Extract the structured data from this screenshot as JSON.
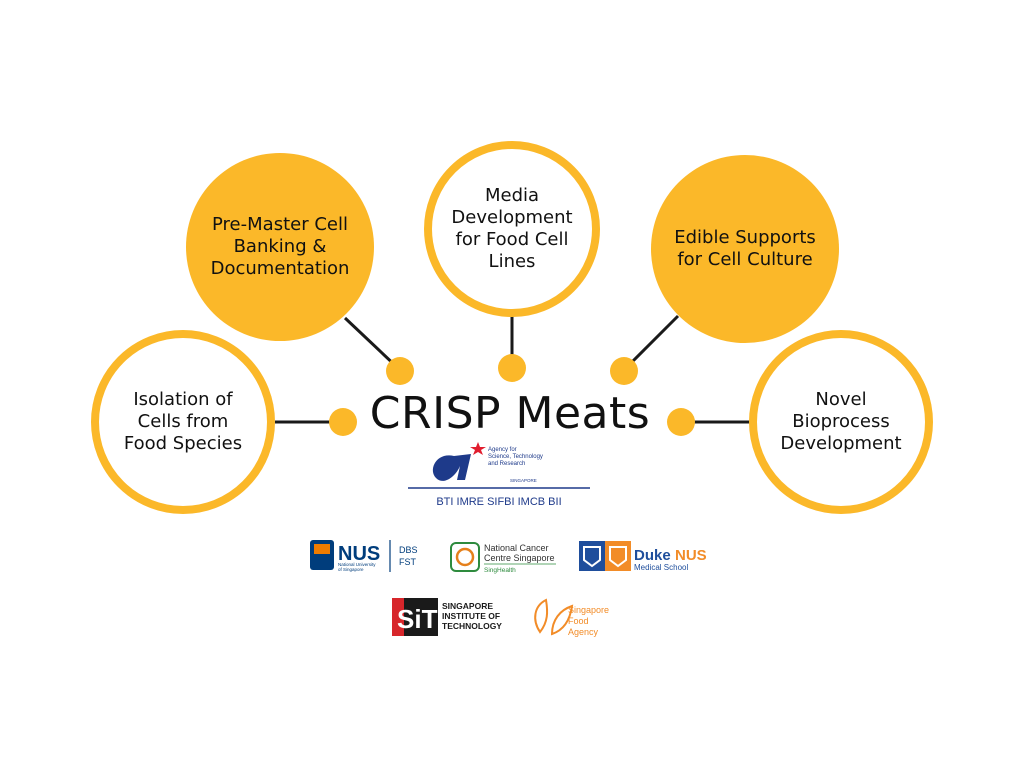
{
  "title": "CRISP Meats",
  "colors": {
    "accent": "#FBB829",
    "line": "#1a1a1a",
    "astar_blue": "#1E3A8A",
    "astar_red": "#E11D2E",
    "duke_blue": "#1F4E9C",
    "duke_orange": "#F28C28",
    "sit_red": "#D7262B",
    "sfa_orange": "#F28C28"
  },
  "nodes": [
    {
      "id": "isolation",
      "label": "Isolation of\nCells from\nFood Species",
      "style": "outline"
    },
    {
      "id": "pre-master",
      "label": "Pre-Master Cell\nBanking &\nDocumentation",
      "style": "filled"
    },
    {
      "id": "media",
      "label": "Media\nDevelopment\nfor Food Cell\nLines",
      "style": "outline"
    },
    {
      "id": "edible",
      "label": "Edible Supports\nfor Cell Culture",
      "style": "filled"
    },
    {
      "id": "bioprocess",
      "label": "Novel\nBioprocess\nDevelopment",
      "style": "outline"
    }
  ],
  "astar": {
    "line1": "Agency for",
    "line2": "Science, Technology",
    "line3": "and Research",
    "country": "SINGAPORE",
    "institutes": "BTI  IMRE  SIFBI  IMCB  BII"
  },
  "partners": {
    "nus": {
      "name": "NUS",
      "sub1": "National University",
      "sub2": "of Singapore",
      "dept1": "DBS",
      "dept2": "FST"
    },
    "nccs": {
      "line1": "National Cancer",
      "line2": "Centre Singapore",
      "line3": "SingHealth"
    },
    "duke": {
      "name1": "Duke",
      "name2": "NUS",
      "sub": "Medical School"
    },
    "sit": {
      "mark": "SiT",
      "line1": "SINGAPORE",
      "line2": "INSTITUTE OF",
      "line3": "TECHNOLOGY"
    },
    "sfa": {
      "line1": "Singapore",
      "line2": "Food",
      "line3": "Agency"
    }
  }
}
